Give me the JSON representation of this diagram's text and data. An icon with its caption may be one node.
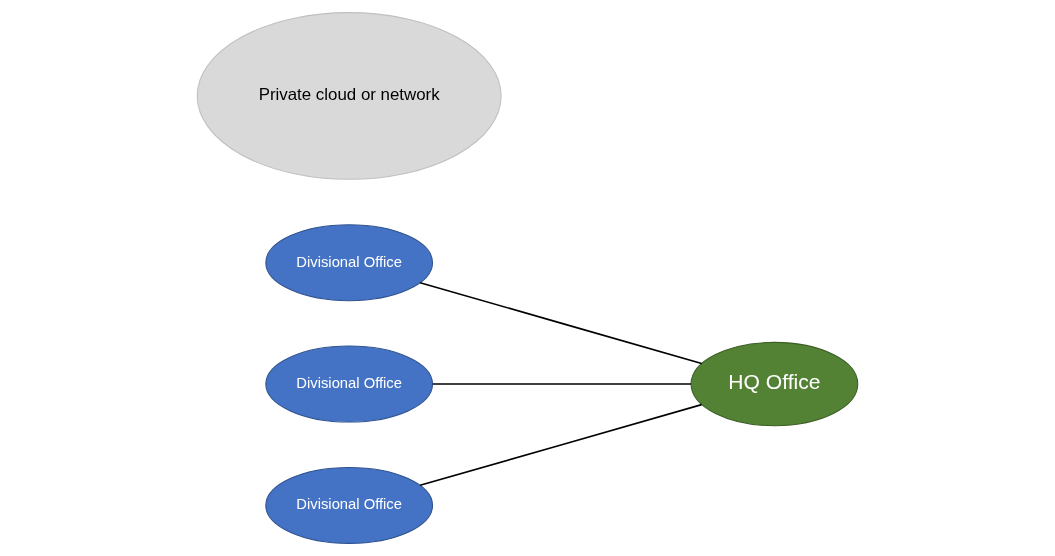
{
  "diagram": {
    "nodes": [
      {
        "text": [
          "Divisional Office"
        ]
      },
      {
        "text": [
          "Divisional Office"
        ]
      },
      {
        "text": [
          "Divisional Office"
        ]
      },
      {
        "text": [
          "Private cloud or network"
        ]
      },
      {
        "text": [
          "HQ Office"
        ]
      }
    ],
    "edges": [
      {
        "from": 0,
        "to": 4,
        "arrow": "none"
      },
      {
        "from": 1,
        "to": 4,
        "arrow": "none"
      },
      {
        "from": 2,
        "to": 4,
        "arrow": "none"
      }
    ]
  }
}
